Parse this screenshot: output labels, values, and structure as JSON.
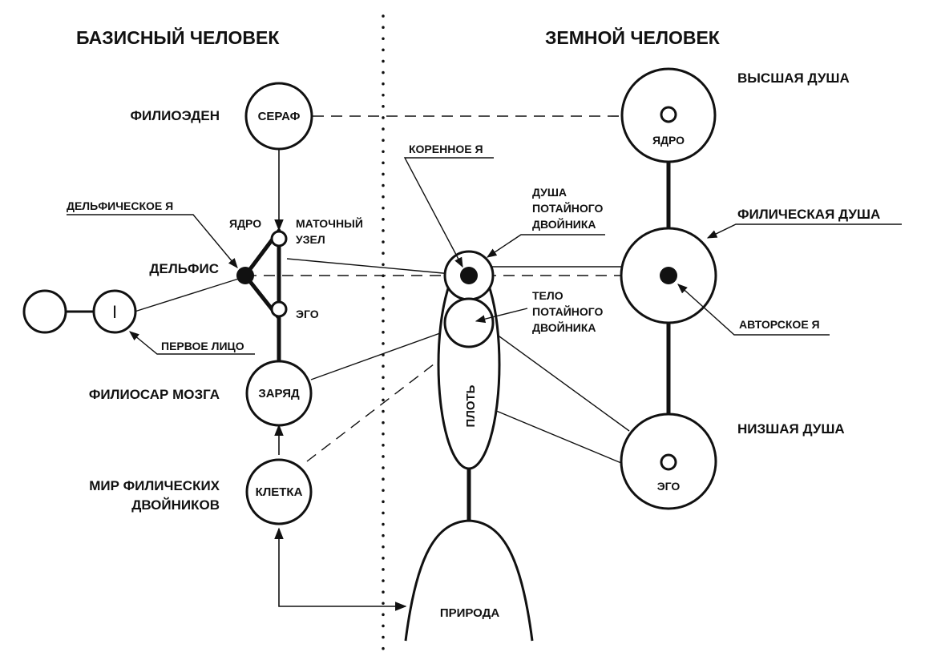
{
  "headers": {
    "left": "БАЗИСНЫЙ ЧЕЛОВЕК",
    "right": "ЗЕМНОЙ ЧЕЛОВЕК"
  },
  "left": {
    "filioeden": "ФИЛИОЭДЕН",
    "seraph": "СЕРАФ",
    "delphic_self": "ДЕЛЬФИЧЕСКОЕ Я",
    "yadro": "ЯДРО",
    "uterine_node": [
      "МАТОЧНЫЙ",
      "УЗЕЛ"
    ],
    "delphis": "ДЕЛЬФИС",
    "ego": "ЭГО",
    "first_person": "ПЕРВОЕ ЛИЦО",
    "first_person_symbol": "I",
    "filiosar": "ФИЛИОСАР МОЗГА",
    "charge": "ЗАРЯД",
    "world_lines": [
      "МИР ФИЛИЧЕСКИХ",
      "ДВОЙНИКОВ"
    ],
    "cell": "КЛЕТКА"
  },
  "middle": {
    "root_self": "КОРЕННОЕ Я",
    "twin_soul": [
      "ДУША",
      "ПОТАЙНОГО",
      "ДВОЙНИКА"
    ],
    "twin_body": [
      "ТЕЛО",
      "ПОТАЙНОГО",
      "ДВОЙНИКА"
    ],
    "flesh": "ПЛОТЬ",
    "nature": "ПРИРОДА"
  },
  "right": {
    "higher_soul": "ВЫСШАЯ ДУША",
    "higher_core": "ЯДРО",
    "philic_soul": "ФИЛИЧЕСКАЯ ДУША",
    "author_self": "АВТОРСКОЕ Я",
    "lower_soul": "НИЗШАЯ ДУША",
    "lower_ego": "ЭГО"
  }
}
